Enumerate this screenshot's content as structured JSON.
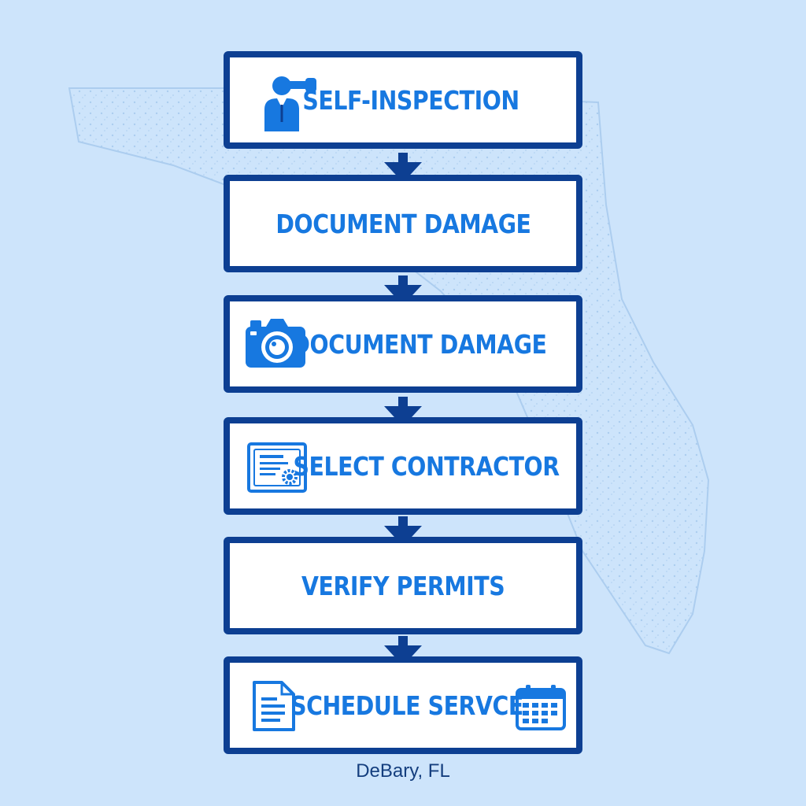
{
  "colors": {
    "background": "#cde4fb",
    "box_border": "#0d3f92",
    "box_fill": "#ffffff",
    "label_text": "#1778e0",
    "icon": "#1778e0",
    "arrow": "#0d3f92",
    "map_outline": "#a9cbee",
    "caption": "#143e7e"
  },
  "background": {
    "icon": "florida-map-outline"
  },
  "steps": [
    {
      "label": "SELF-INSPECTION",
      "icon": "person-binoculars-icon"
    },
    {
      "label": "DOCUMENT DAMAGE",
      "icon": ""
    },
    {
      "label": "DOCUMENT DAMAGE",
      "icon": "camera-icon"
    },
    {
      "label": "SELECT CONTRACTOR",
      "icon": "certificate-icon"
    },
    {
      "label": "VERIFY PERMITS",
      "icon": ""
    },
    {
      "label": "SCHEDULE SERVCE",
      "icon": "document-icon",
      "icon_right": "calendar-icon"
    }
  ],
  "caption": "DeBary, FL"
}
